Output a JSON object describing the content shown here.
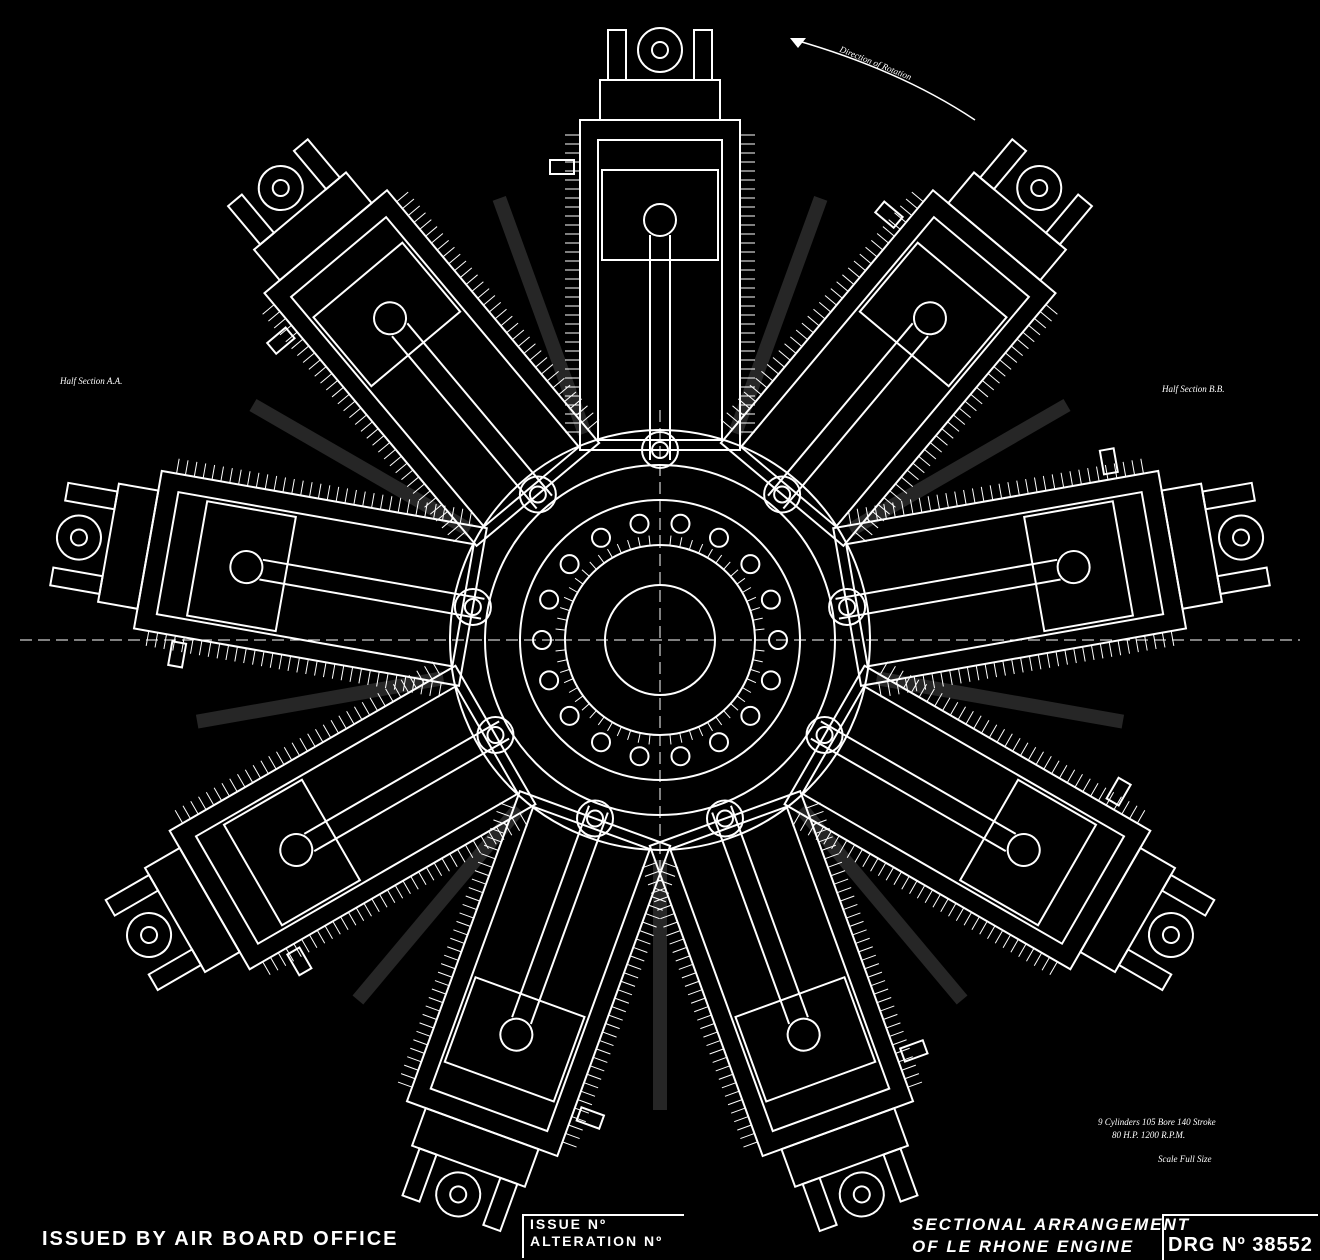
{
  "issued_by": "ISSUED BY AIR BOARD OFFICE",
  "issue_label": "ISSUE Nº",
  "alteration_label": "ALTERATION Nº",
  "title_line1": "SECTIONAL ARRANGEMENT",
  "title_line2": "OF LE RHONE ENGINE",
  "drawing_number": "DRG Nº 38552",
  "left_section_label": "Half Section A.A.",
  "right_section_label": "Half Section B.B.",
  "rotation_label": "Direction of Rotation",
  "spec_line1": "9 Cylinders 105 Bore 140 Stroke",
  "spec_line2": "80 H.P. 1200 R.P.M.",
  "scale_label": "Scale Full Size",
  "cylinder_count": 9
}
